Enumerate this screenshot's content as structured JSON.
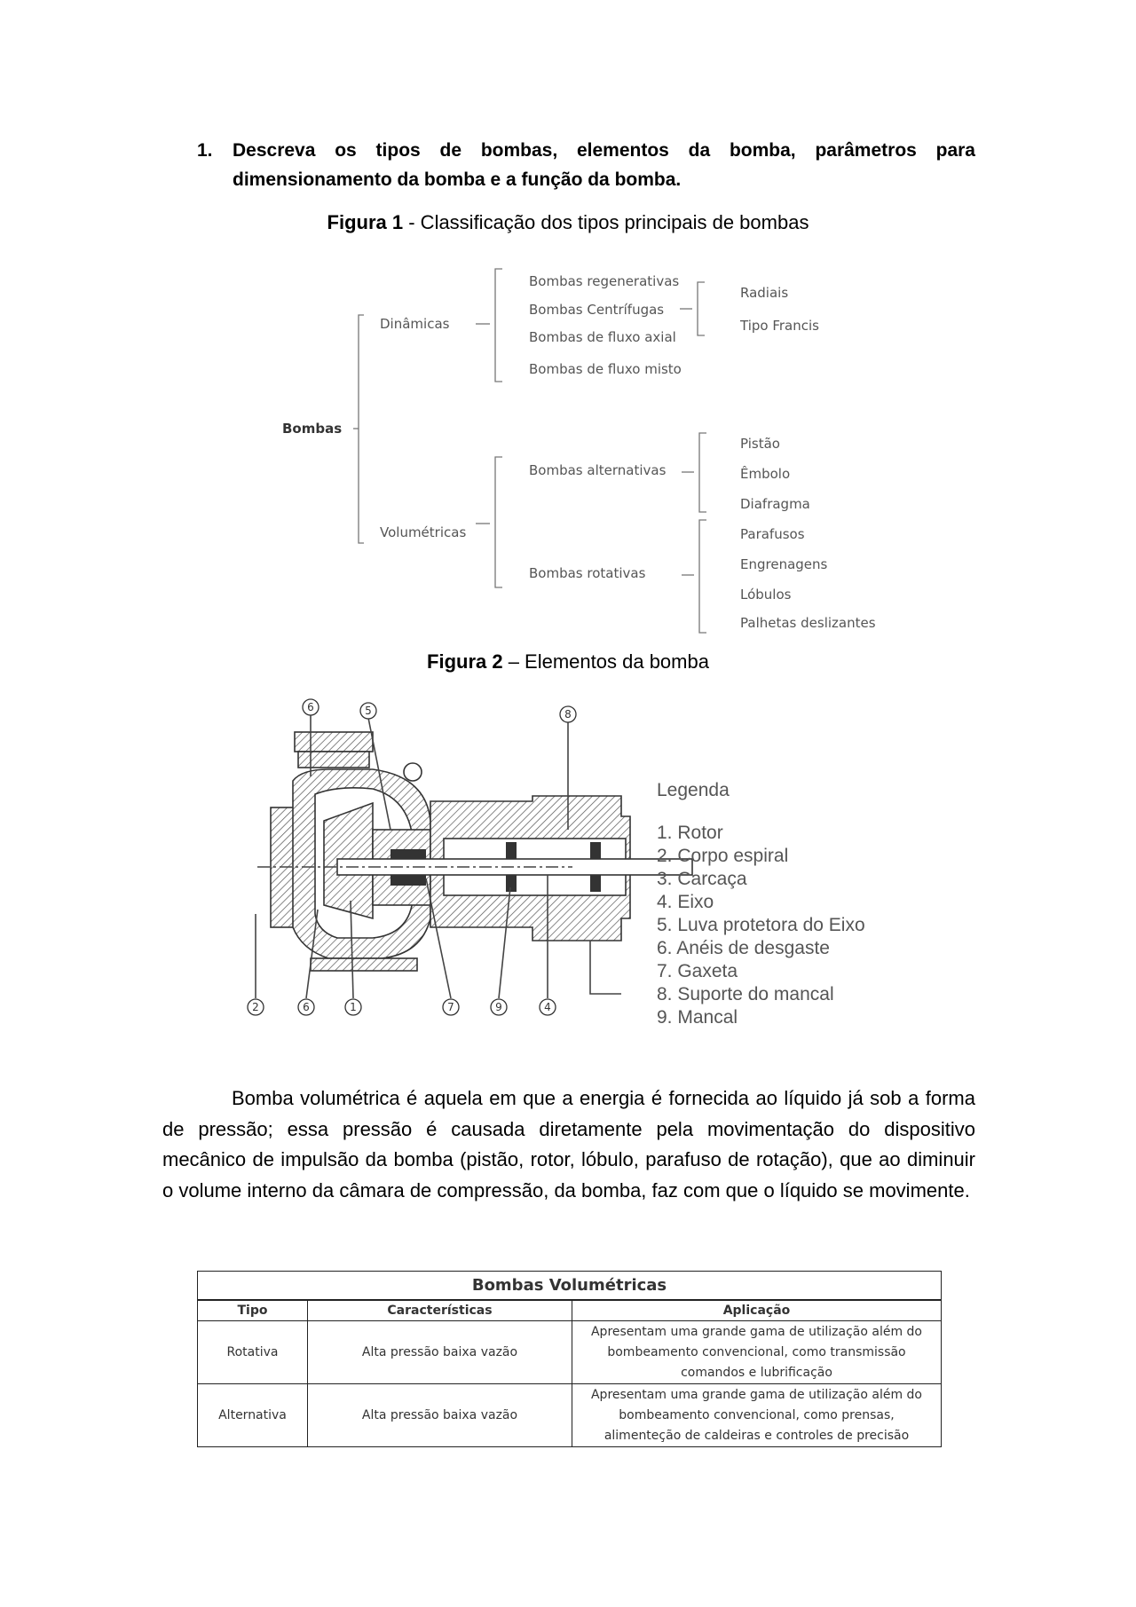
{
  "question": {
    "number": "1.",
    "line1": "Descreva os tipos de bombas, elementos da bomba, parâmetros para",
    "line2": "dimensionamento da bomba e a função da bomba."
  },
  "figure1": {
    "caption_label": "Figura 1",
    "caption_text": " - Classificação dos tipos principais de bombas",
    "root": "Bombas",
    "dinamicas": "Dinâmicas",
    "volumetricas": "Volumétricas",
    "dinamicas_items": [
      "Bombas regenerativas",
      "Bombas Centrífugas",
      "Bombas de fluxo axial",
      "Bombas de fluxo misto"
    ],
    "centrifugas_items": [
      "Radiais",
      "Tipo Francis"
    ],
    "alternativas": "Bombas alternativas",
    "rotativas": "Bombas rotativas",
    "alternativas_items": [
      "Pistão",
      "Êmbolo",
      "Diafragma"
    ],
    "rotativas_items": [
      "Parafusos",
      "Engrenagens",
      "Lóbulos",
      "Palhetas deslizantes"
    ]
  },
  "figure2": {
    "caption_label": "Figura 2",
    "caption_text": " – Elementos da bomba",
    "legend_title": "Legenda",
    "legend_items": [
      "1.  Rotor",
      "2.  Corpo espiral",
      "3.  Carcaça",
      "4.  Eixo",
      "5.  Luva protetora do Eixo",
      "6.  Anéis de desgaste",
      "7.  Gaxeta",
      "8.  Suporte do mancal",
      "9.  Mancal"
    ],
    "callouts_top": [
      "6",
      "5",
      "8"
    ],
    "callouts_bottom": [
      "2",
      "6",
      "1",
      "7",
      "9",
      "4"
    ]
  },
  "paragraph": "Bomba volumétrica é aquela em que a energia é fornecida ao líquido já sob a forma de pressão; essa pressão é causada diretamente pela movimentação do dispositivo mecânico de impulsão da bomba (pistão, rotor, lóbulo, parafuso de rotação), que ao diminuir o volume interno da câmara de compressão, da bomba, faz com que o líquido se movimente.",
  "table": {
    "title": "Bombas Volumétricas",
    "headers": [
      "Tipo",
      "Características",
      "Aplicação"
    ],
    "rows": [
      {
        "tipo": "Rotativa",
        "caracteristicas": "Alta pressão baixa vazão",
        "aplicacao": [
          "Apresentam uma grande gama de utilização além do",
          "bombeamento convencional, como transmissão",
          "comandos e lubrificação"
        ]
      },
      {
        "tipo": "Alternativa",
        "caracteristicas": "Alta pressão baixa vazão",
        "aplicacao": [
          "Apresentam uma grande gama de utilização além do",
          "bombeamento convencional, como prensas,",
          "alimenteção de caldeiras e controles de precisão"
        ]
      }
    ]
  }
}
